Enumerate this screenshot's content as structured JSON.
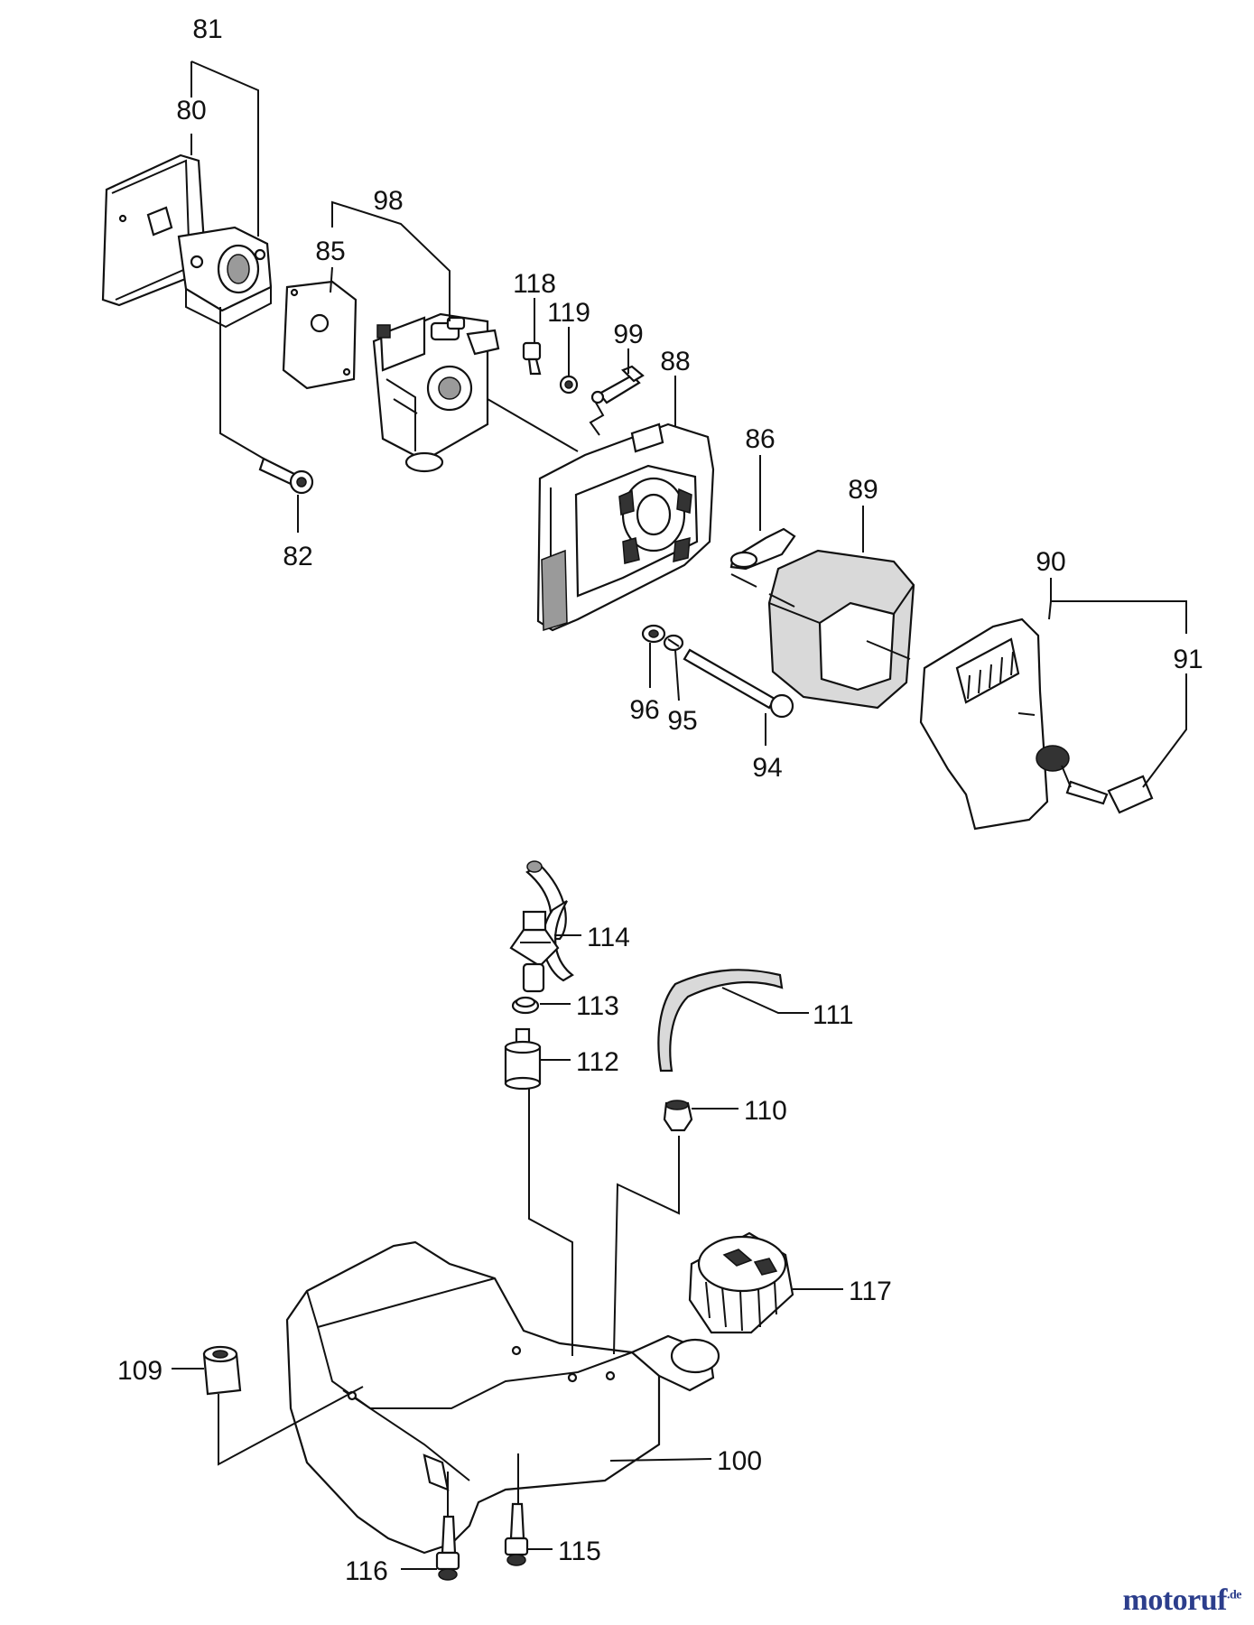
{
  "callouts": {
    "p81": "81",
    "p80": "80",
    "p98": "98",
    "p85": "85",
    "p118": "118",
    "p119": "119",
    "p99": "99",
    "p88": "88",
    "p86": "86",
    "p89": "89",
    "p90": "90",
    "p91": "91",
    "p82": "82",
    "p96": "96",
    "p95": "95",
    "p94": "94",
    "p114": "114",
    "p113": "113",
    "p111": "111",
    "p112": "112",
    "p110": "110",
    "p117": "117",
    "p109": "109",
    "p100": "100",
    "p116": "116",
    "p115": "115"
  },
  "watermark": {
    "brand_main": "motoruf",
    "brand_accent": "",
    "tld": ".de"
  },
  "colors": {
    "ink": "#111111",
    "watermark_blue": "#2c3e8c",
    "watermark_orange": "#d98a1f"
  }
}
